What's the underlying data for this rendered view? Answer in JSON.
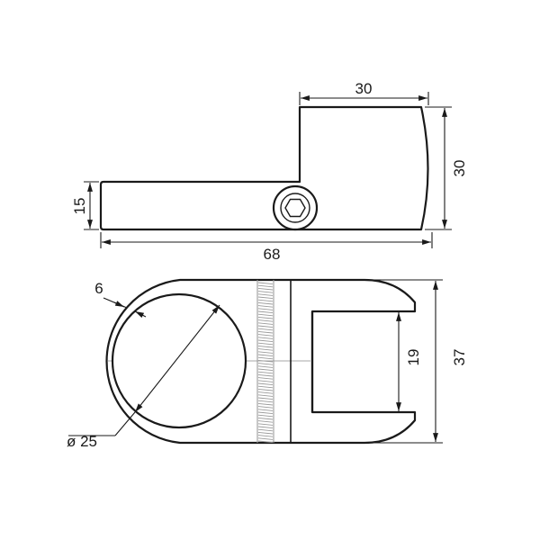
{
  "dimensions": {
    "top_width_30": "30",
    "top_height_30": "30",
    "base_thickness_15": "15",
    "overall_length_68": "68",
    "wall_6": "6",
    "bore_diameter": "ø 25",
    "slot_width_19": "19",
    "overall_height_37": "37"
  }
}
